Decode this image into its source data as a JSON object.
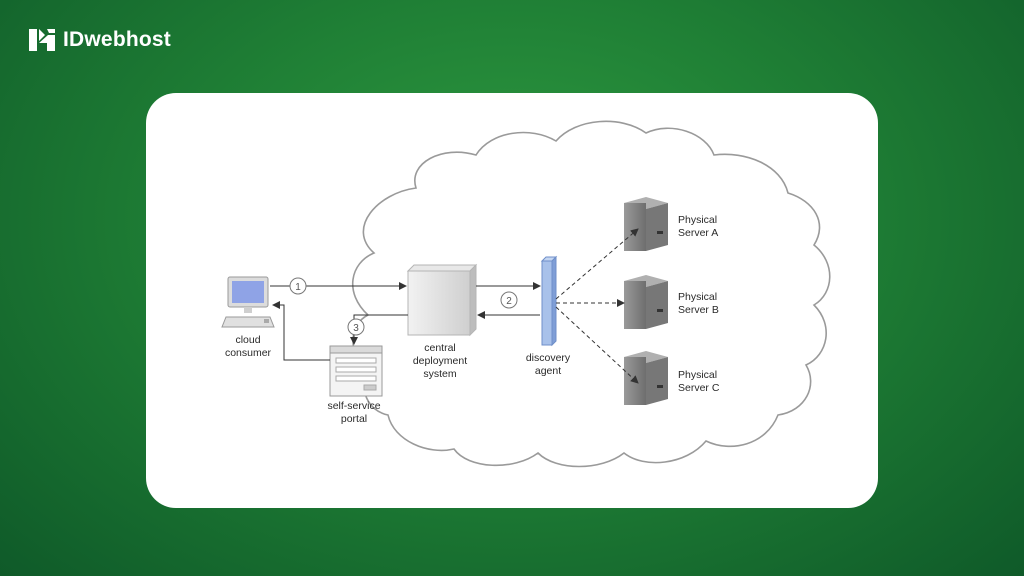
{
  "brand": {
    "name": "IDwebhost",
    "logo_icon": "idwebhost-logo-icon"
  },
  "colors": {
    "background_green": "#1f7f35",
    "card": "#ffffff",
    "agent_bar": "#9cb8e4",
    "server_gray": "#8a8a8a"
  },
  "diagram": {
    "steps": {
      "s1": "1",
      "s2": "2",
      "s3": "3"
    },
    "cloud_consumer": {
      "line1": "cloud",
      "line2": "consumer",
      "icon": "computer-icon"
    },
    "central_deployment": {
      "line1": "central",
      "line2": "deployment",
      "line3": "system"
    },
    "discovery_agent": {
      "line1": "discovery",
      "line2": "agent"
    },
    "self_service_portal": {
      "line1": "self-service",
      "line2": "portal"
    },
    "servers": [
      {
        "line1": "Physical",
        "line2": "Server A",
        "icon": "server-icon"
      },
      {
        "line1": "Physical",
        "line2": "Server B",
        "icon": "server-icon"
      },
      {
        "line1": "Physical",
        "line2": "Server C",
        "icon": "server-icon"
      }
    ]
  }
}
